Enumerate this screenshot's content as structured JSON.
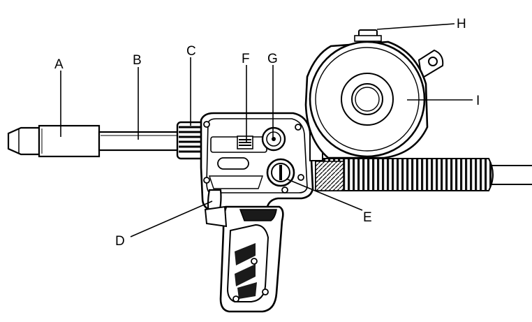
{
  "diagram": {
    "labels": {
      "A": "A",
      "B": "B",
      "C": "C",
      "D": "D",
      "E": "E",
      "F": "F",
      "G": "G",
      "H": "H",
      "I": "I"
    },
    "colors": {
      "ink": "#000000",
      "fill_light": "#ffffff",
      "fill_dark": "#1a1a1a",
      "fill_gray": "#d8d8d8"
    }
  }
}
